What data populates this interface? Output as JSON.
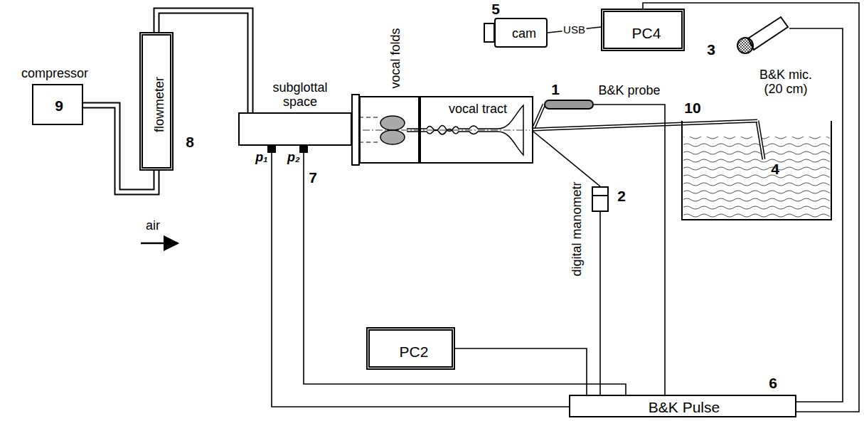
{
  "diagram": {
    "nodes": [
      {
        "text": [
          "compressor",
          "9"
        ]
      },
      {
        "text": [
          "flowmeter",
          "8"
        ]
      },
      {
        "text": [
          "subglottal space"
        ]
      },
      {
        "text": [
          "vocal folds"
        ]
      },
      {
        "text": [
          "vocal tract"
        ]
      },
      {
        "text": [
          "1",
          "B&K probe"
        ]
      },
      {
        "text": [
          "digital manometr",
          "2"
        ]
      },
      {
        "text": [
          "5",
          "cam"
        ]
      },
      {
        "text": [
          "PC4"
        ]
      },
      {
        "text": [
          "PC2"
        ]
      },
      {
        "text": [
          "B&K Pulse",
          "6"
        ]
      },
      {
        "text": [
          "3",
          "B&K mic. (20 cm)"
        ]
      },
      {
        "text": [
          "10",
          "4"
        ]
      }
    ],
    "edges": [
      {
        "from": 0,
        "to": 1,
        "arrow": "none"
      },
      {
        "from": 1,
        "to": 2,
        "arrow": "none"
      },
      {
        "from": 2,
        "to": 10,
        "arrow": "none"
      },
      {
        "from": 2,
        "to": 10,
        "arrow": "none"
      },
      {
        "from": 4,
        "to": 5,
        "arrow": "none"
      },
      {
        "from": 4,
        "to": 6,
        "arrow": "none"
      },
      {
        "from": 4,
        "to": 12,
        "arrow": "none"
      },
      {
        "from": 5,
        "to": 10,
        "arrow": "none"
      },
      {
        "from": 6,
        "to": 10,
        "arrow": "none"
      },
      {
        "from": 9,
        "to": 10,
        "arrow": "none"
      },
      {
        "from": 11,
        "to": 10,
        "arrow": "none"
      },
      {
        "from": 7,
        "to": 8,
        "label": "USB",
        "arrow": "none"
      },
      {
        "from": 10,
        "to": 8,
        "arrow": "none"
      }
    ],
    "labels": [
      "air",
      "p₁",
      "p₂",
      "7"
    ]
  }
}
